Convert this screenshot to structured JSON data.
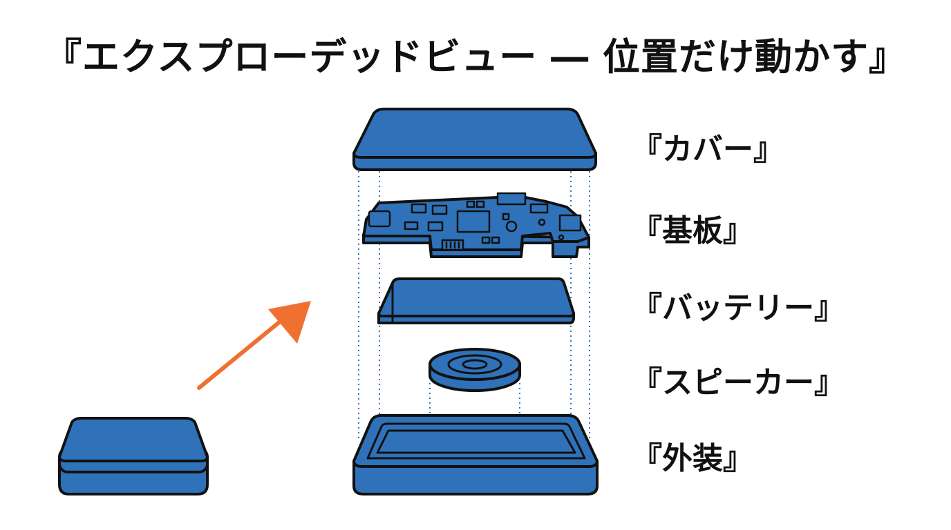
{
  "title": "『エクスプローデッドビュー ― 位置だけ動かす』",
  "labels": {
    "cover": "『カバー』",
    "board": "『基板』",
    "battery": "『バッテリー』",
    "speaker": "『スピーカー』",
    "housing": "『外装』"
  },
  "colors": {
    "part_fill": "#2f72b9",
    "outline": "#111111",
    "arrow": "#f07030",
    "guide": "#2f72b9"
  }
}
